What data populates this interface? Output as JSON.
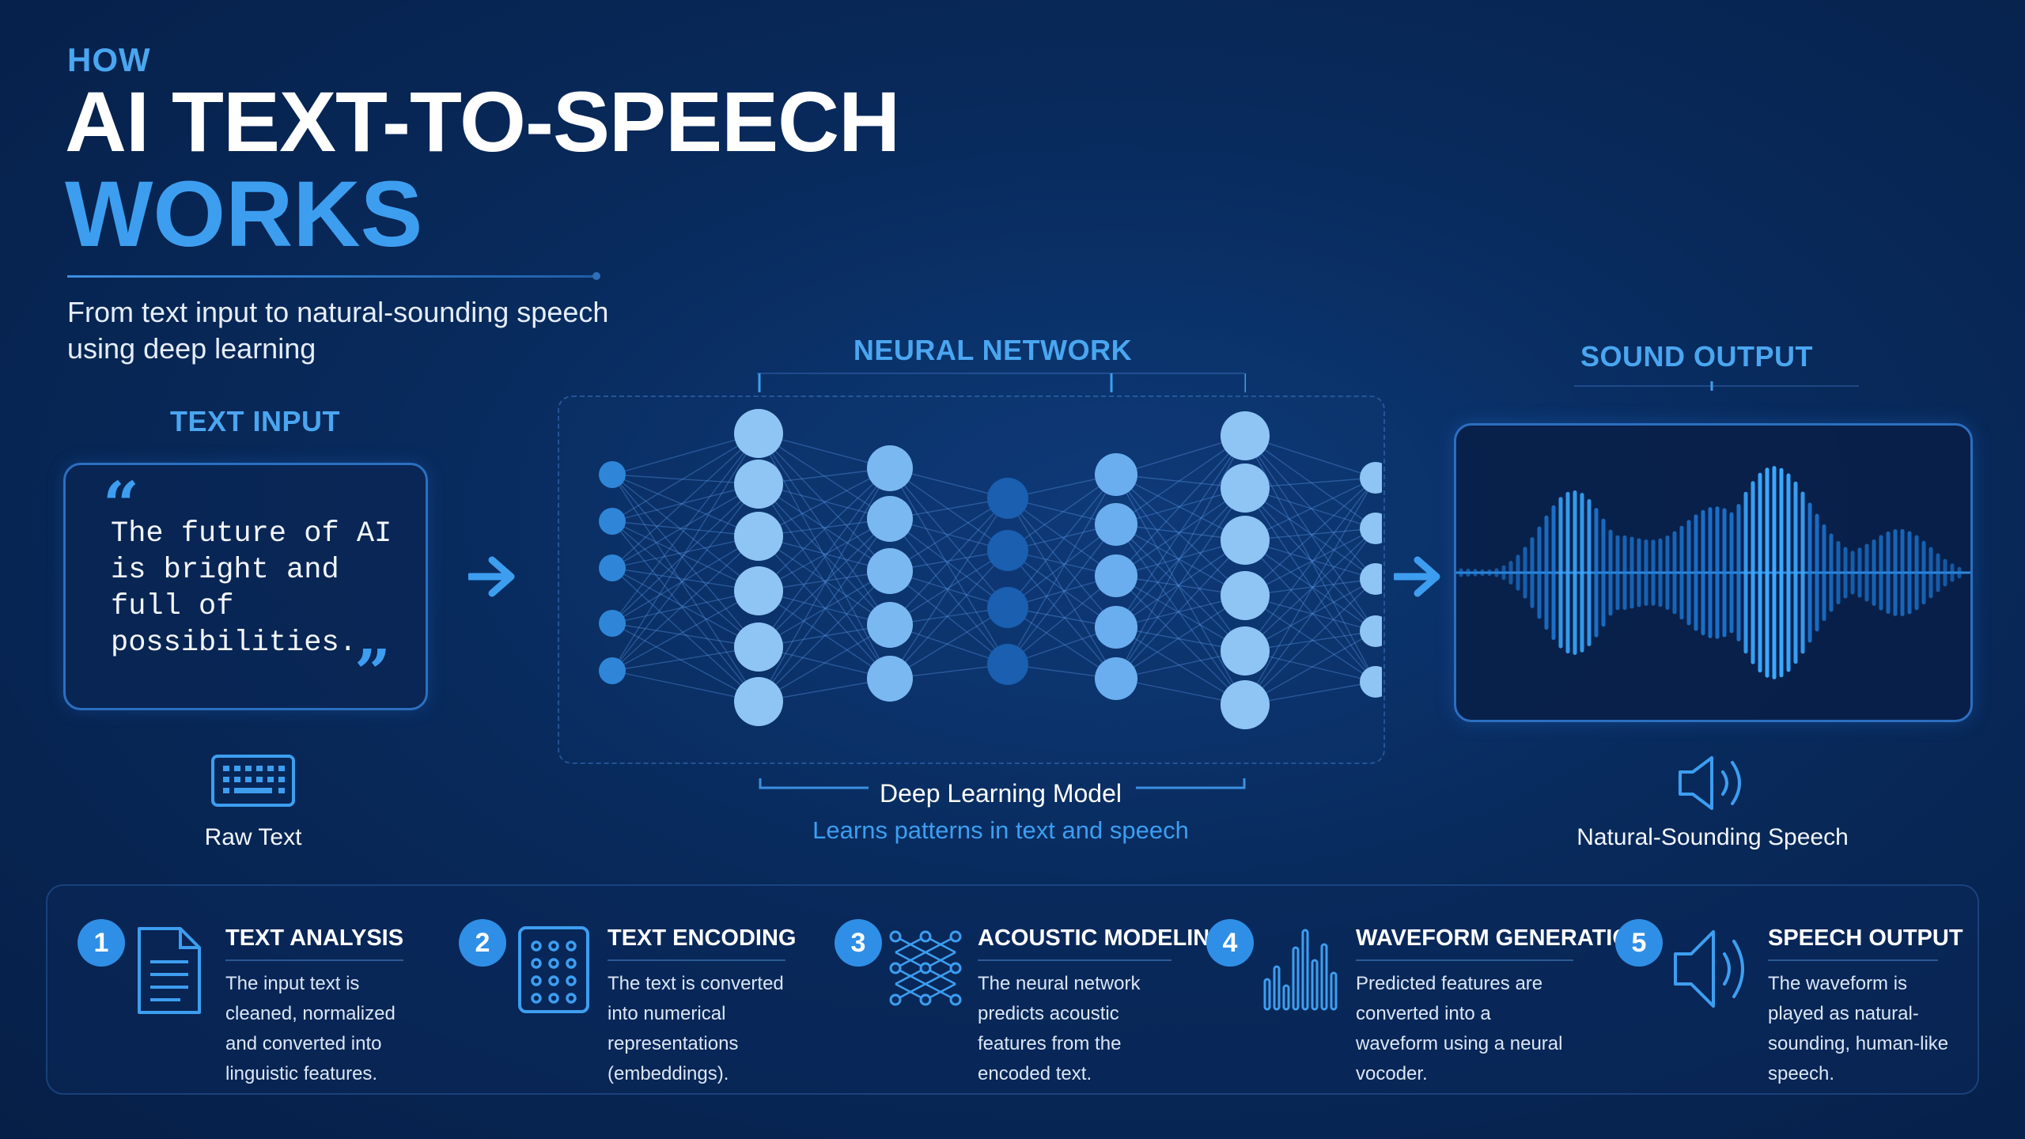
{
  "header": {
    "eyebrow": "HOW",
    "title_line1": "AI TEXT-TO-SPEECH",
    "title_line2": "WORKS",
    "subtitle": "From text input to natural-sounding speech using deep learning"
  },
  "text_input": {
    "label": "TEXT INPUT",
    "quote_open": "“",
    "quote_text": "The future of AI is bright and full of possibilities.",
    "quote_close": "”",
    "caption": "Raw Text",
    "icon": "keyboard-icon"
  },
  "neural_network": {
    "label": "NEURAL NETWORK",
    "model_label": "Deep Learning Model",
    "model_sublabel": "Learns patterns in text and speech"
  },
  "sound_output": {
    "label": "SOUND OUTPUT",
    "caption": "Natural-Sounding Speech",
    "icon": "speaker-icon"
  },
  "steps": [
    {
      "num": "1",
      "title": "TEXT ANALYSIS",
      "desc": "The input text is cleaned, normalized and converted into linguistic features.",
      "icon": "document-icon"
    },
    {
      "num": "2",
      "title": "TEXT ENCODING",
      "desc": "The text is converted into numerical representations (embeddings).",
      "icon": "matrix-icon"
    },
    {
      "num": "3",
      "title": "ACOUSTIC MODELING",
      "desc": "The neural network predicts acoustic features from the encoded text.",
      "icon": "network-icon"
    },
    {
      "num": "4",
      "title": "WAVEFORM GENERATION",
      "desc": "Predicted features are converted into a waveform using a neural vocoder.",
      "icon": "waveform-icon"
    },
    {
      "num": "5",
      "title": "SPEECH OUTPUT",
      "desc": "The waveform is played as natural-sounding, human-like speech.",
      "icon": "speaker-icon"
    }
  ],
  "colors": {
    "accent": "#3d9ef0",
    "background": "#082a5c",
    "node_light": "#8ec5f5",
    "node_dark": "#1a5fb0"
  }
}
